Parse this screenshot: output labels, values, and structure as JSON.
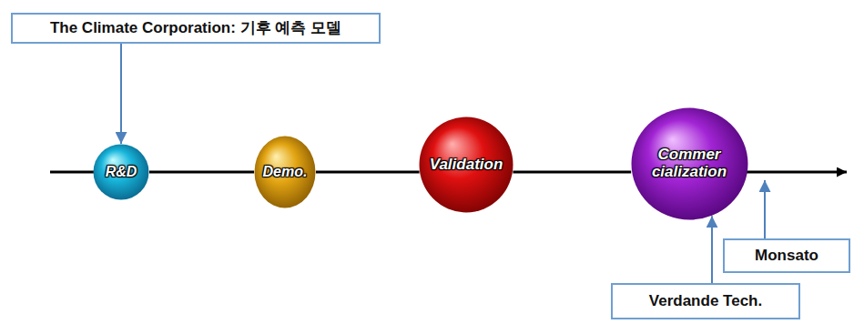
{
  "diagram": {
    "nodes": [
      {
        "text": [
          "The Climate Corporation: 기후 예측 모델"
        ]
      },
      {
        "text": [
          "R&D"
        ]
      },
      {
        "text": [
          "Demo."
        ]
      },
      {
        "text": [
          "Validation"
        ]
      },
      {
        "text": [
          "Commer cialization"
        ]
      },
      {
        "text": [
          "Monsato"
        ]
      },
      {
        "text": [
          "Verdande Tech."
        ]
      }
    ],
    "edges": [
      {
        "from": 0,
        "to": 1,
        "arrow": "to"
      },
      {
        "from": 1,
        "to": 2,
        "arrow": "none"
      },
      {
        "from": 2,
        "to": 3,
        "arrow": "none"
      },
      {
        "from": 3,
        "to": 4,
        "arrow": "none"
      },
      {
        "from": 6,
        "to": 4,
        "arrow": "to"
      }
    ]
  }
}
